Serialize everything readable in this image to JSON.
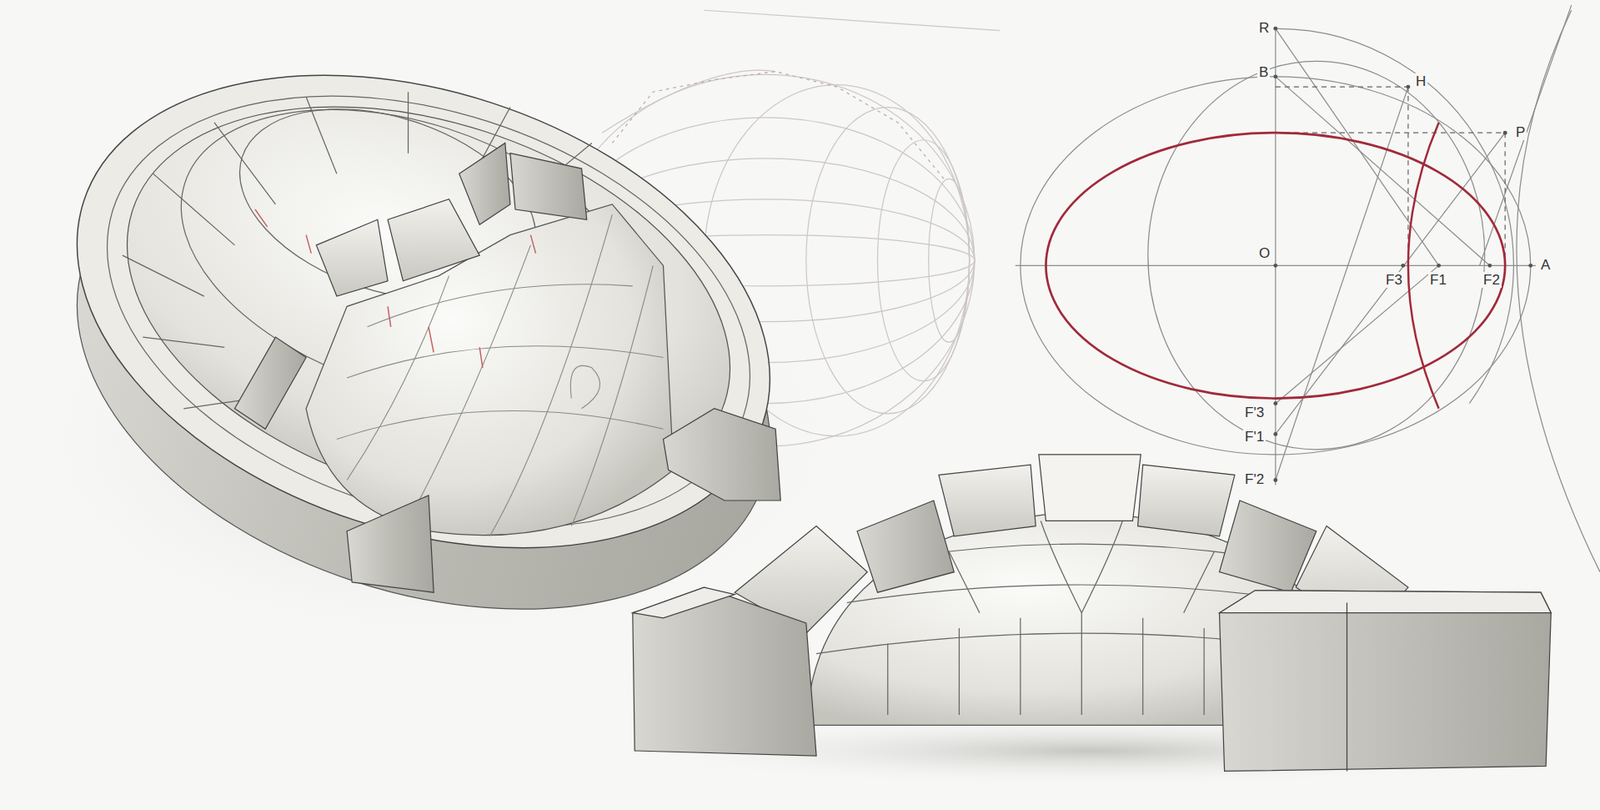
{
  "diagram": {
    "labels": [
      "R",
      "B",
      "H",
      "P",
      "O",
      "F3",
      "F1",
      "F2",
      "A",
      "F'3",
      "F'1",
      "F'2"
    ]
  }
}
